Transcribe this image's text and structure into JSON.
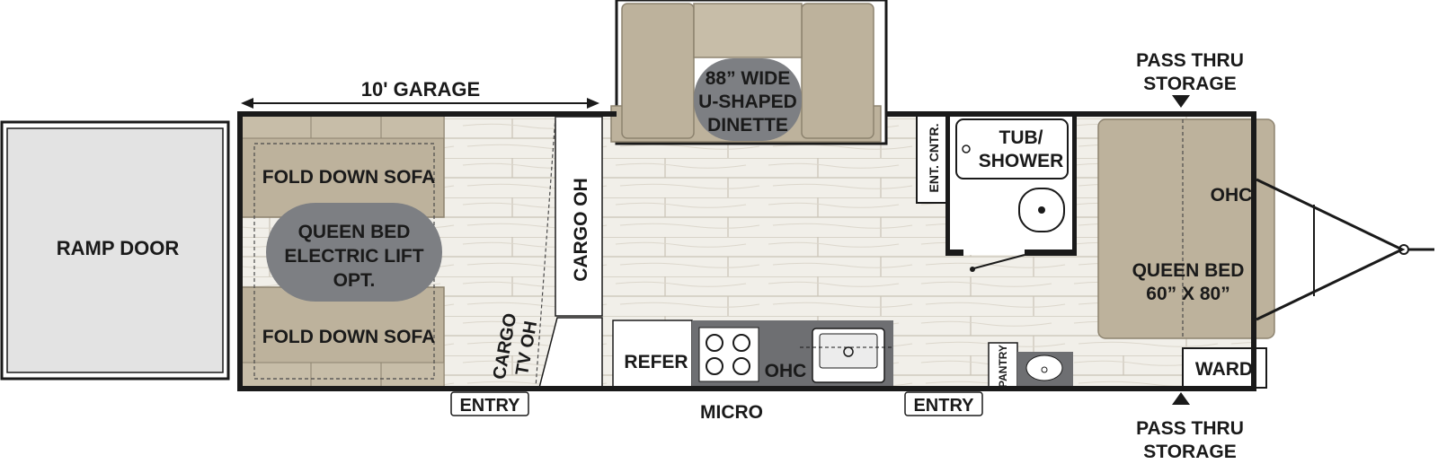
{
  "labels": {
    "garage": "10' GARAGE",
    "ramp_door": "RAMP DOOR",
    "sofa_top": "FOLD DOWN SOFA",
    "sofa_bottom": "FOLD DOWN SOFA",
    "queen_lift_1": "QUEEN BED",
    "queen_lift_2": "ELECTRIC LIFT",
    "queen_lift_3": "OPT.",
    "cargo_oh": "CARGO OH",
    "cargo_tv_1": "CARGO",
    "cargo_tv_2": "TV OH",
    "dinette_1": "88” WIDE",
    "dinette_2": "U-SHAPED",
    "dinette_3": "DINETTE",
    "ent_cntr": "ENT. CNTR.",
    "tub_1": "TUB/",
    "tub_2": "SHOWER",
    "pass_top_1": "PASS THRU",
    "pass_top_2": "STORAGE",
    "ohc_bed": "OHC",
    "queen_bed_1": "QUEEN BED",
    "queen_bed_2": "60” X 80”",
    "refer": "REFER",
    "ohc_kitchen": "OHC",
    "micro": "MICRO",
    "pantry": "PANTRY",
    "ward": "WARD",
    "entry_left": "ENTRY",
    "entry_right": "ENTRY",
    "pass_bottom_1": "PASS THRU",
    "pass_bottom_2": "STORAGE"
  },
  "colors": {
    "wall": "#1a1a1a",
    "floor": "#f1efe9",
    "plank_line": "#c9c3b6",
    "tan": "#bdb29c",
    "tan_dark": "#a89e88",
    "gray_oval": "#7d7f83",
    "gray_counter": "#6e6f72"
  }
}
